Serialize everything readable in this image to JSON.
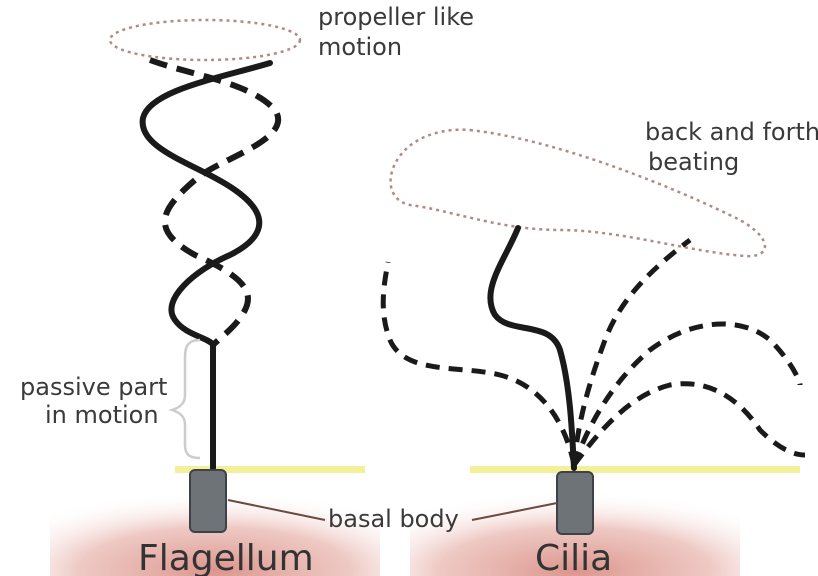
{
  "labels": {
    "propeller_line1": "propeller like",
    "propeller_line2": "motion",
    "beating_line1": "back and forth",
    "beating_line2": "beating",
    "passive_line1": "passive part",
    "passive_line2": "in motion",
    "basal_body": "basal body",
    "flagellum": "Flagellum",
    "cilia": "Cilia"
  },
  "colors": {
    "tissue": "#e3a8a0",
    "membrane": "#f4ef9a",
    "basal_body_fill": "#6e7378",
    "ink": "#1a1a1a",
    "dotted_outline": "#b08a86"
  }
}
